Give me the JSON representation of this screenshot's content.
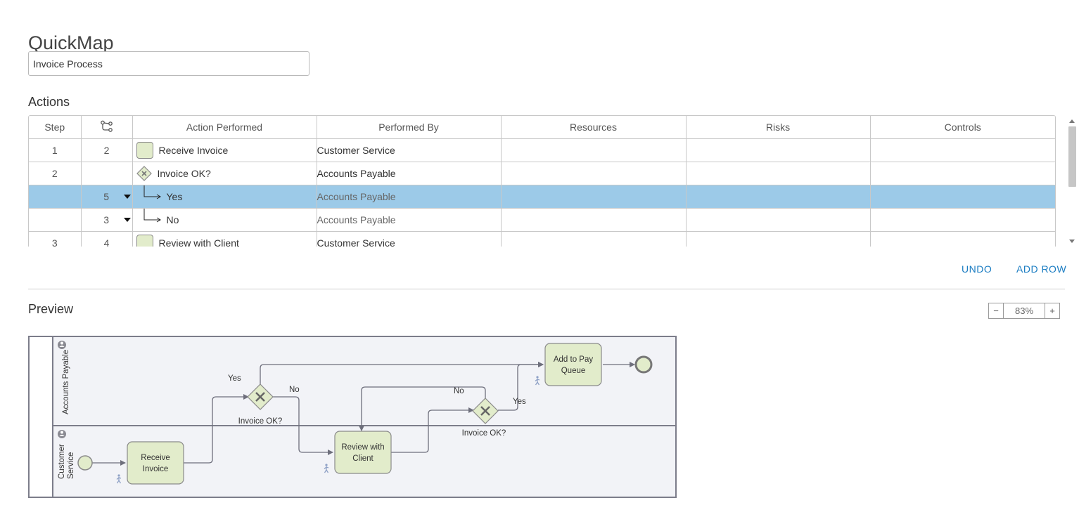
{
  "app": {
    "title": "QuickMap"
  },
  "process_name": {
    "value": "Invoice Process"
  },
  "actions": {
    "heading": "Actions",
    "columns": {
      "step": "Step",
      "action": "Action Performed",
      "performed_by": "Performed By",
      "resources": "Resources",
      "risks": "Risks",
      "controls": "Controls"
    },
    "branch_column_icon": "branch-icon",
    "rows": [
      {
        "step": "1",
        "next": "2",
        "type": "task",
        "action": "Receive Invoice",
        "performed_by": "Customer Service",
        "resources": "",
        "risks": "",
        "controls": ""
      },
      {
        "step": "2",
        "next": "",
        "type": "gateway",
        "action": "Invoice OK?",
        "performed_by": "Accounts Payable",
        "resources": "",
        "risks": "",
        "controls": ""
      },
      {
        "step": "",
        "next": "5",
        "type": "branch",
        "action": "Yes",
        "performed_by": "Accounts Payable",
        "selected": true,
        "resources": "",
        "risks": "",
        "controls": ""
      },
      {
        "step": "",
        "next": "3",
        "type": "branch",
        "action": "No",
        "performed_by": "Accounts Payable",
        "resources": "",
        "risks": "",
        "controls": ""
      },
      {
        "step": "3",
        "next": "4",
        "type": "task",
        "action": "Review with Client",
        "performed_by": "Customer Service",
        "resources": "",
        "risks": "",
        "controls": ""
      }
    ],
    "undo_label": "UNDO",
    "add_row_label": "ADD ROW"
  },
  "preview": {
    "heading": "Preview",
    "zoom": {
      "minus": "−",
      "value": "83%",
      "plus": "+"
    },
    "lanes": [
      "Accounts Payable",
      "Customer Service"
    ],
    "lane_customer_service_lines": [
      "Customer",
      "Service"
    ],
    "tasks": {
      "receive_invoice": [
        "Receive",
        "Invoice"
      ],
      "review_with_client": [
        "Review with",
        "Client"
      ],
      "add_to_pay_queue": [
        "Add to Pay",
        "Queue"
      ]
    },
    "gateway1_label": "Invoice OK?",
    "gateway2_label": "Invoice OK?",
    "flow_labels": {
      "g1_yes": "Yes",
      "g1_no": "No",
      "g2_no": "No",
      "g2_yes": "Yes"
    }
  },
  "colors": {
    "selected_row": "#9ccae8",
    "link": "#1a7cc2",
    "task_fill": "#e2eccb",
    "lane_fill": "#f2f3f7"
  }
}
